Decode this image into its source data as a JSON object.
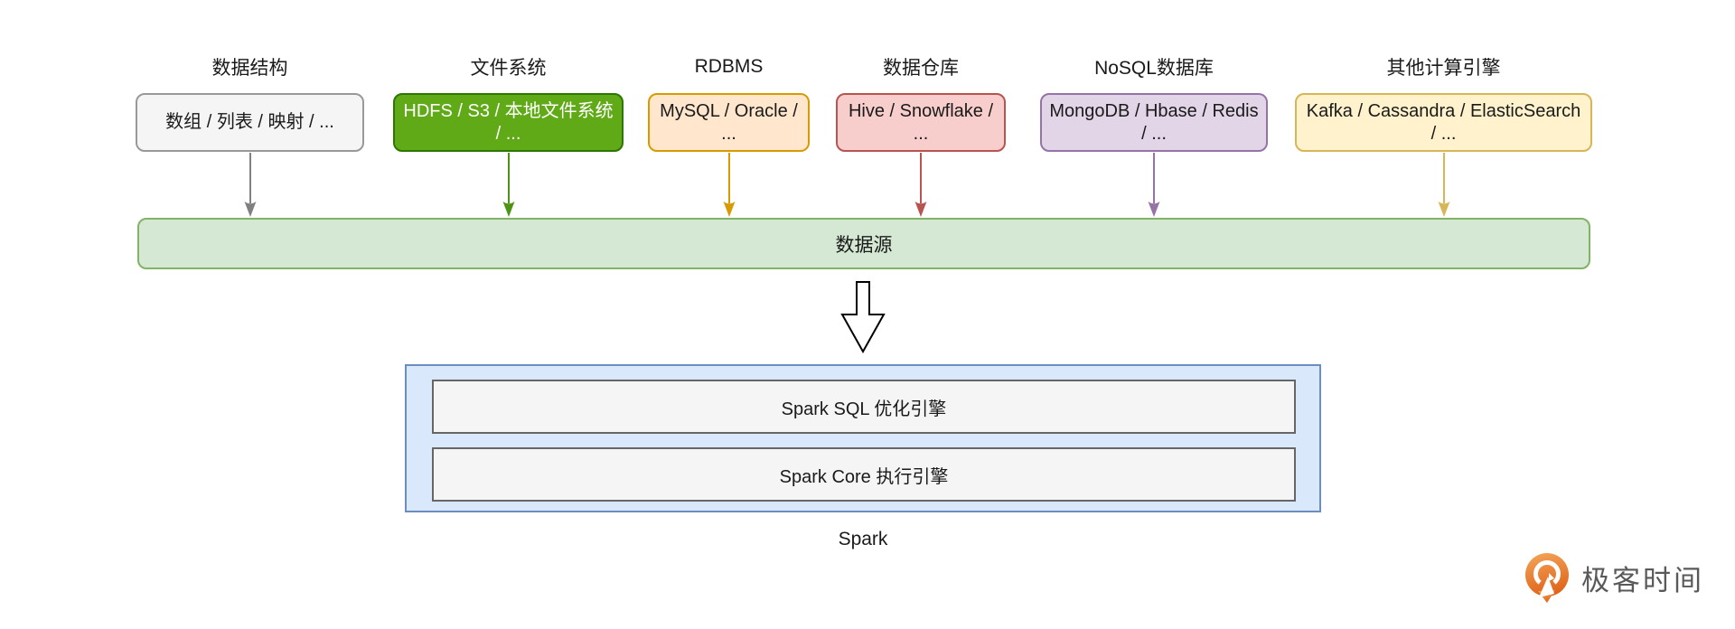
{
  "sources": [
    {
      "category": "数据结构",
      "items": "数组 / 列表 / 映射 / ...",
      "fill": "#f5f5f5",
      "stroke": "#999999",
      "text_color": "#1a1a1a",
      "arrow_color": "#808080"
    },
    {
      "category": "文件系统",
      "items": "HDFS / S3 / 本地文件系统 / ...",
      "fill": "#60a917",
      "stroke": "#2d7600",
      "text_color": "#ffffff",
      "arrow_color": "#4d9414"
    },
    {
      "category": "RDBMS",
      "items": "MySQL / Oracle / ...",
      "fill": "#ffe6cc",
      "stroke": "#d79b00",
      "text_color": "#1a1a1a",
      "arrow_color": "#d79b00"
    },
    {
      "category": "数据仓库",
      "items": "Hive / Snowflake / ...",
      "fill": "#f8cecc",
      "stroke": "#b85450",
      "text_color": "#1a1a1a",
      "arrow_color": "#b85450"
    },
    {
      "category": "NoSQL数据库",
      "items": "MongoDB / Hbase / Redis / ...",
      "fill": "#e1d5e7",
      "stroke": "#9673a6",
      "text_color": "#1a1a1a",
      "arrow_color": "#9673a6"
    },
    {
      "category": "其他计算引擎",
      "items": "Kafka / Cassandra / ElasticSearch / ...",
      "fill": "#fff2cc",
      "stroke": "#d6b656",
      "text_color": "#1a1a1a",
      "arrow_color": "#d6b656"
    }
  ],
  "datasource_bar": {
    "label": "数据源",
    "fill": "#d5e8d4",
    "stroke": "#82b366"
  },
  "spark": {
    "label": "Spark",
    "outer_fill": "#dae8fc",
    "outer_stroke": "#6c8ebf",
    "layer_fill": "#f5f5f5",
    "layer_stroke": "#666666",
    "layers": [
      {
        "label": "Spark SQL 优化引擎"
      },
      {
        "label": "Spark Core 执行引擎"
      }
    ]
  },
  "logo": {
    "text": "极客时间",
    "icon": "geektime-logo-icon",
    "icon_color_top": "#f3a65b",
    "icon_color_bottom": "#e0661c",
    "text_color": "#595959"
  }
}
